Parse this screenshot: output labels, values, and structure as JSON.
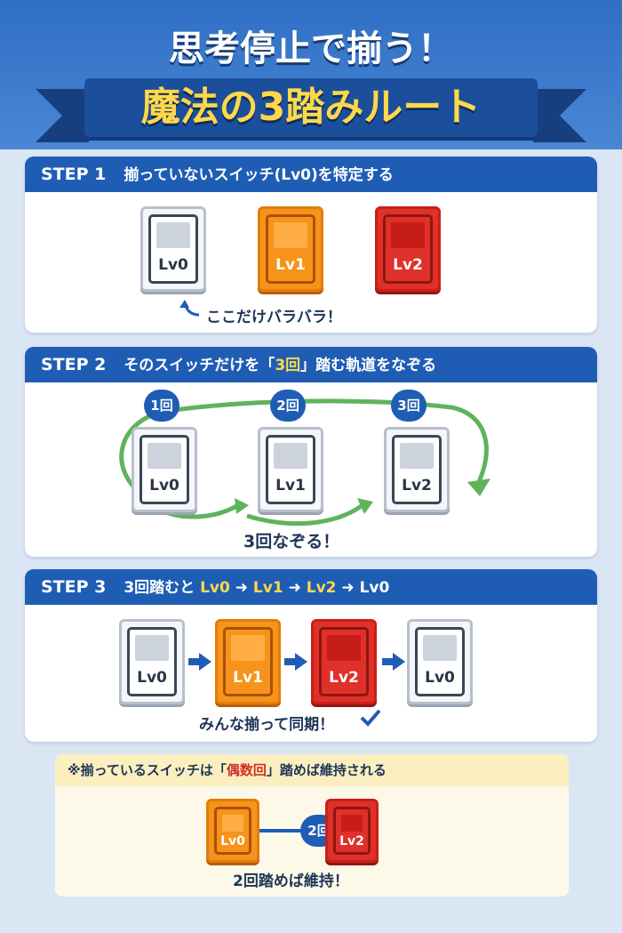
{
  "header": {
    "title": "思考停止で揃う！",
    "subtitle": "魔法の3踏みルート"
  },
  "step1": {
    "num": "STEP 1",
    "text": "揃っていないスイッチ(Lv0)を特定する",
    "switches": [
      "Lv0",
      "Lv1",
      "Lv2"
    ],
    "note": "ここだけバラバラ！"
  },
  "step2": {
    "num": "STEP 2",
    "text_a": "そのスイッチだけを「",
    "text_hl": "3回",
    "text_b": "」踏む軌道をなぞる",
    "badges": [
      "1回",
      "2回",
      "3回"
    ],
    "switches": [
      "Lv0",
      "Lv1",
      "Lv2"
    ],
    "note": "3回なぞる！"
  },
  "step3": {
    "num": "STEP 3",
    "text_a": "3回踏むと ",
    "seq": [
      "Lv0",
      "Lv1",
      "Lv2",
      "Lv0"
    ],
    "switches": [
      "Lv0",
      "Lv1",
      "Lv2",
      "Lv0"
    ],
    "note": "みんな揃って同期！"
  },
  "extra": {
    "text_a": "※揃っているスイッチは「",
    "text_hl": "偶数回",
    "text_b": "」踏めば維持される",
    "switches": [
      "Lv0",
      "Lv2"
    ],
    "badge": "2回",
    "note": "2回踏めば維持！"
  },
  "colors": {
    "blue": "#1f5db5",
    "yellow": "#ffd84a",
    "orange": "#f7931a",
    "red": "#e0302a",
    "green": "#5fb35c"
  }
}
